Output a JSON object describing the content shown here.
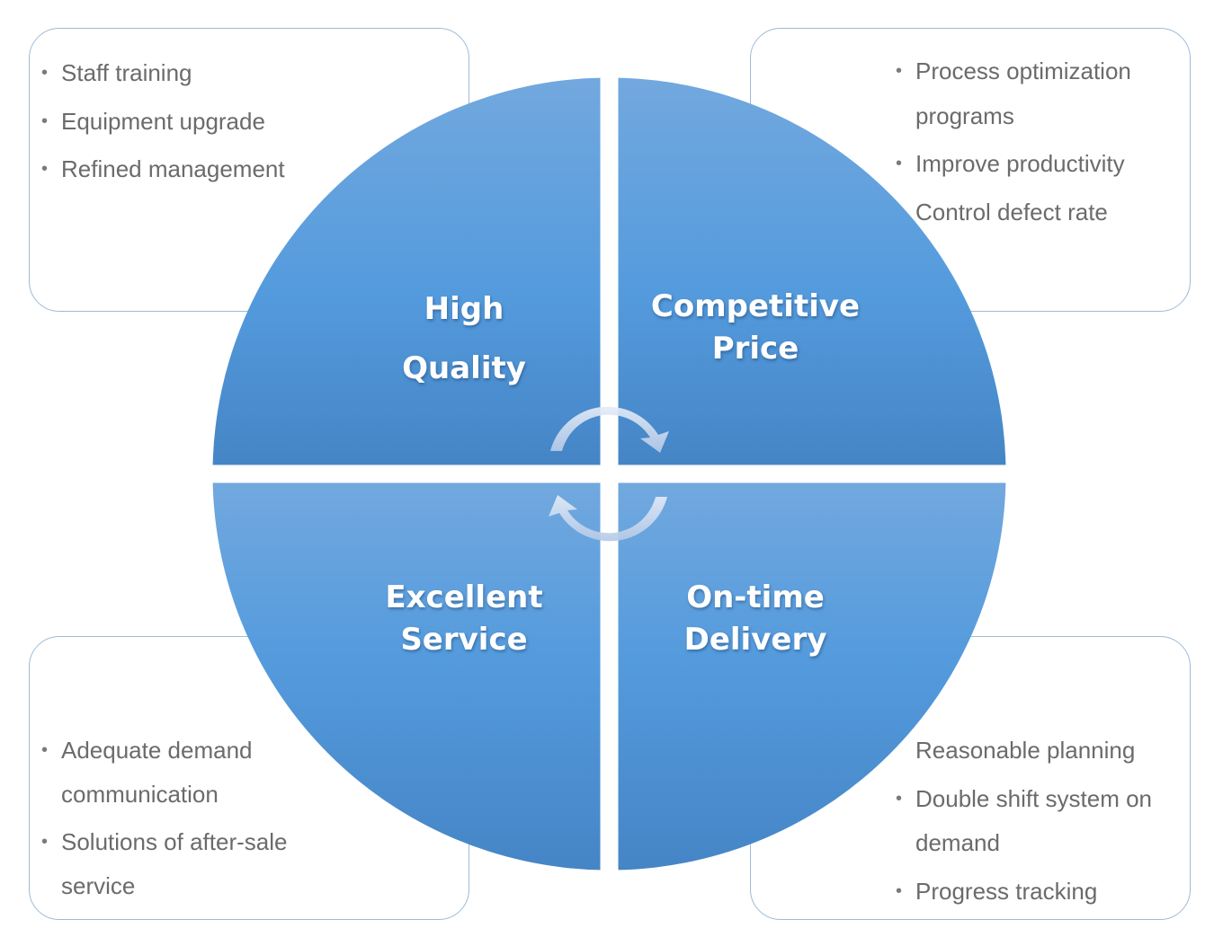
{
  "quadrants": {
    "top_left": {
      "title_lines": [
        "High",
        "Quality"
      ],
      "items": [
        "Staff training",
        "Equipment upgrade",
        "Refined management"
      ]
    },
    "top_right": {
      "title_lines": [
        "Competitive",
        "Price"
      ],
      "items": [
        "Process optimization",
        "programs",
        "Improve productivity",
        "Control defect rate"
      ]
    },
    "bottom_left": {
      "title_lines": [
        "Excellent",
        "Service"
      ],
      "items": [
        "Adequate demand",
        "communication",
        "Solutions of after-sale",
        "service"
      ]
    },
    "bottom_right": {
      "title_lines": [
        "On-time",
        "Delivery"
      ],
      "items": [
        "Reasonable planning",
        "Double shift system on",
        "demand",
        "Progress tracking"
      ]
    }
  },
  "colors": {
    "quadrant_top": "#6fa4da",
    "quadrant_mid": "#5499dc",
    "quadrant_bottom": "#4686c8",
    "box_border": "#9dbbd6",
    "item_text": "#6b6b6b",
    "arrow": "#c9d7ec"
  },
  "icons": [
    "cycle-arrow-icon"
  ]
}
